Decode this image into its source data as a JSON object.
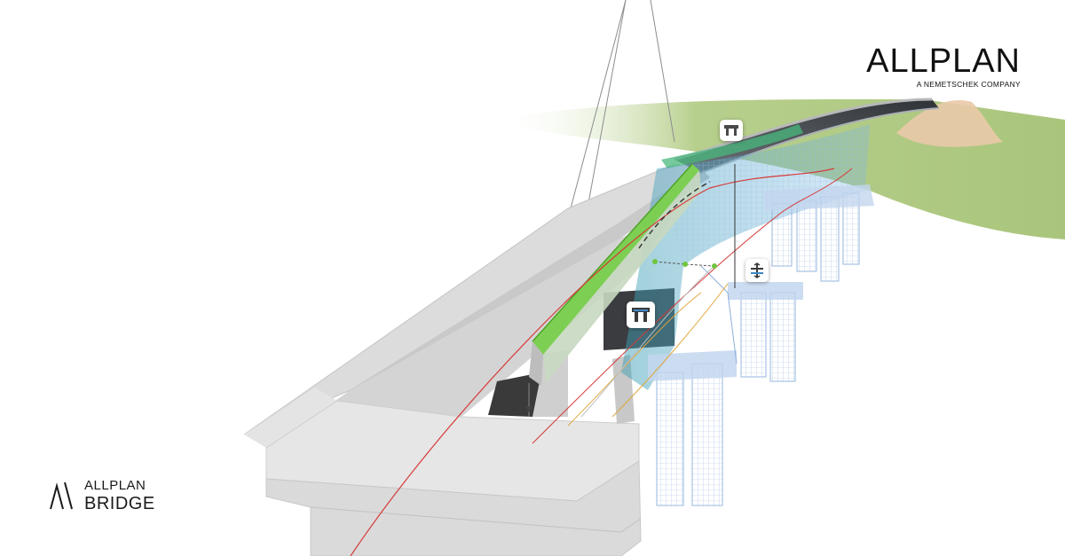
{
  "brand": {
    "name": "ALLPLAN",
    "tagline": "A NEMETSCHEK COMPANY"
  },
  "product": {
    "line1": "ALLPLAN",
    "line2": "BRIDGE"
  },
  "badges": {
    "deck_top": "bridge-deck-icon",
    "deck_mid": "bridge-deck-icon",
    "bearing": "bearing-icon"
  },
  "colors": {
    "terrain": "#a8c47a",
    "concrete": "#d9d9d9",
    "rebar": "#8fb3dc",
    "tendon": "#d63a3a",
    "highlight": "#6fc63f"
  }
}
